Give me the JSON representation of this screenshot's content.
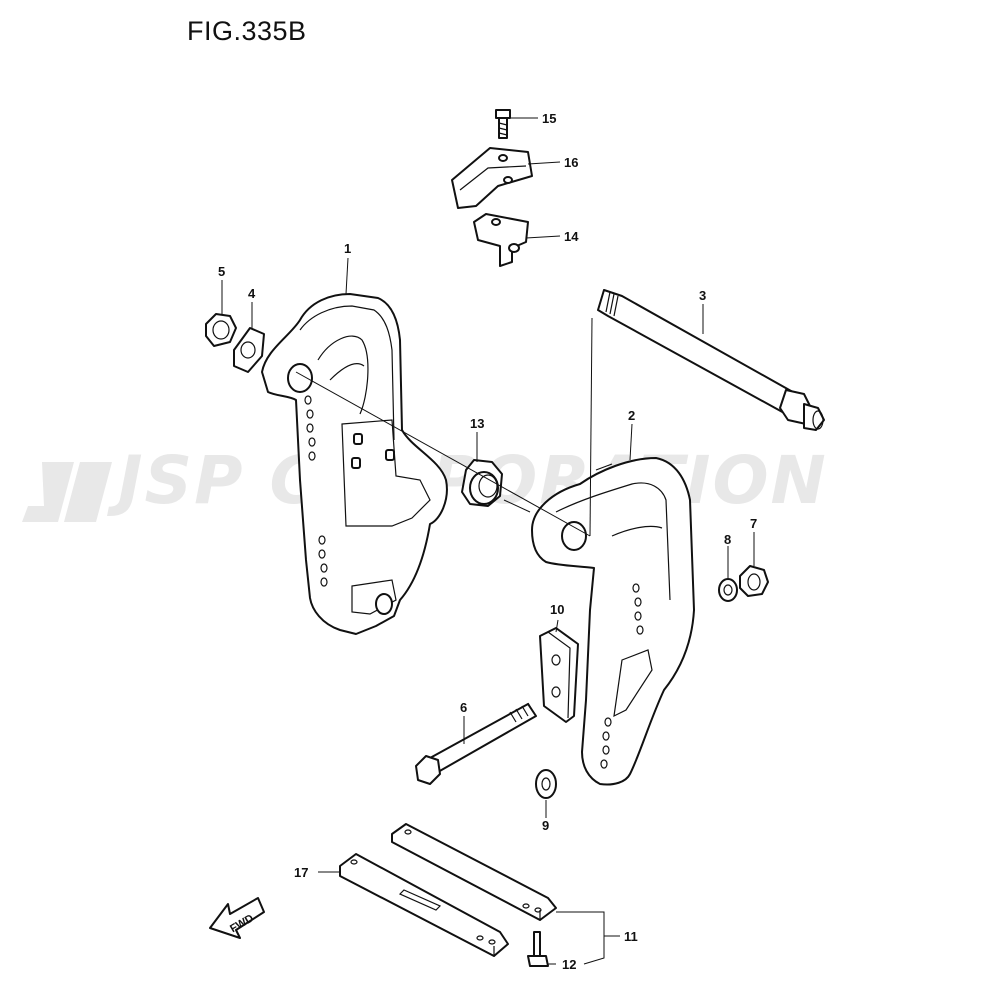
{
  "figure": {
    "title": "FIG.335B"
  },
  "watermark": {
    "text": "JSP CORPORATION"
  },
  "direction_arrow": {
    "label": "FWD"
  },
  "callouts": {
    "p1": "1",
    "p2": "2",
    "p3": "3",
    "p4": "4",
    "p5": "5",
    "p6": "6",
    "p7": "7",
    "p8": "8",
    "p9": "9",
    "p10": "10",
    "p11": "11",
    "p12": "12",
    "p13": "13",
    "p14": "14",
    "p15": "15",
    "p16": "16",
    "p17": "17"
  },
  "colors": {
    "line": "#111111",
    "watermark": "#e8e8e8",
    "background": "#ffffff"
  }
}
